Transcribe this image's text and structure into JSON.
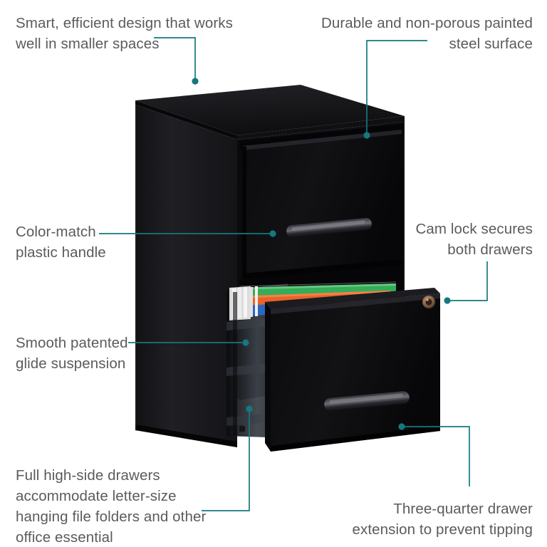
{
  "meta": {
    "subject": "black two-drawer vertical steel filing cabinet with bottom drawer open",
    "background_color": "#ffffff",
    "accent_color": "#15787e",
    "text_color": "#5b5b5d"
  },
  "callouts": [
    {
      "id": "smart-design",
      "text": "Smart, efficient design that works\nwell in smaller spaces",
      "align": "left",
      "position": "top-left"
    },
    {
      "id": "steel-surface",
      "text": "Durable and non-porous painted\nsteel surface",
      "align": "right",
      "position": "top-right"
    },
    {
      "id": "plastic-handle",
      "text": "Color-match\nplastic handle",
      "align": "left",
      "position": "middle-left"
    },
    {
      "id": "cam-lock",
      "text": "Cam lock secures\nboth drawers",
      "align": "right",
      "position": "middle-right"
    },
    {
      "id": "glide-suspension",
      "text": "Smooth patented\nglide suspension",
      "align": "left",
      "position": "lower-left"
    },
    {
      "id": "high-side-drawers",
      "text": "Full high-side drawers\naccommodate letter-size\nhanging file folders and other\noffice essential",
      "align": "left",
      "position": "bottom-left"
    },
    {
      "id": "drawer-extension",
      "text": "Three-quarter drawer\nextension to prevent tipping",
      "align": "right",
      "position": "bottom-right"
    }
  ],
  "product": {
    "body_color": "#0d0d0f",
    "side_panel_color": "#1c1c20",
    "top_panel_color": "#17171a",
    "drawer_face_color": "#0a0a0c",
    "handle_color": "#1e1e22",
    "lock_color": "#8a6347",
    "interior_rail_color": "#3c4048",
    "folder_colors": {
      "green": "#32a852",
      "orange": "#e8632a",
      "blue": "#2a66c4",
      "tab": "#e9e9e9"
    }
  }
}
